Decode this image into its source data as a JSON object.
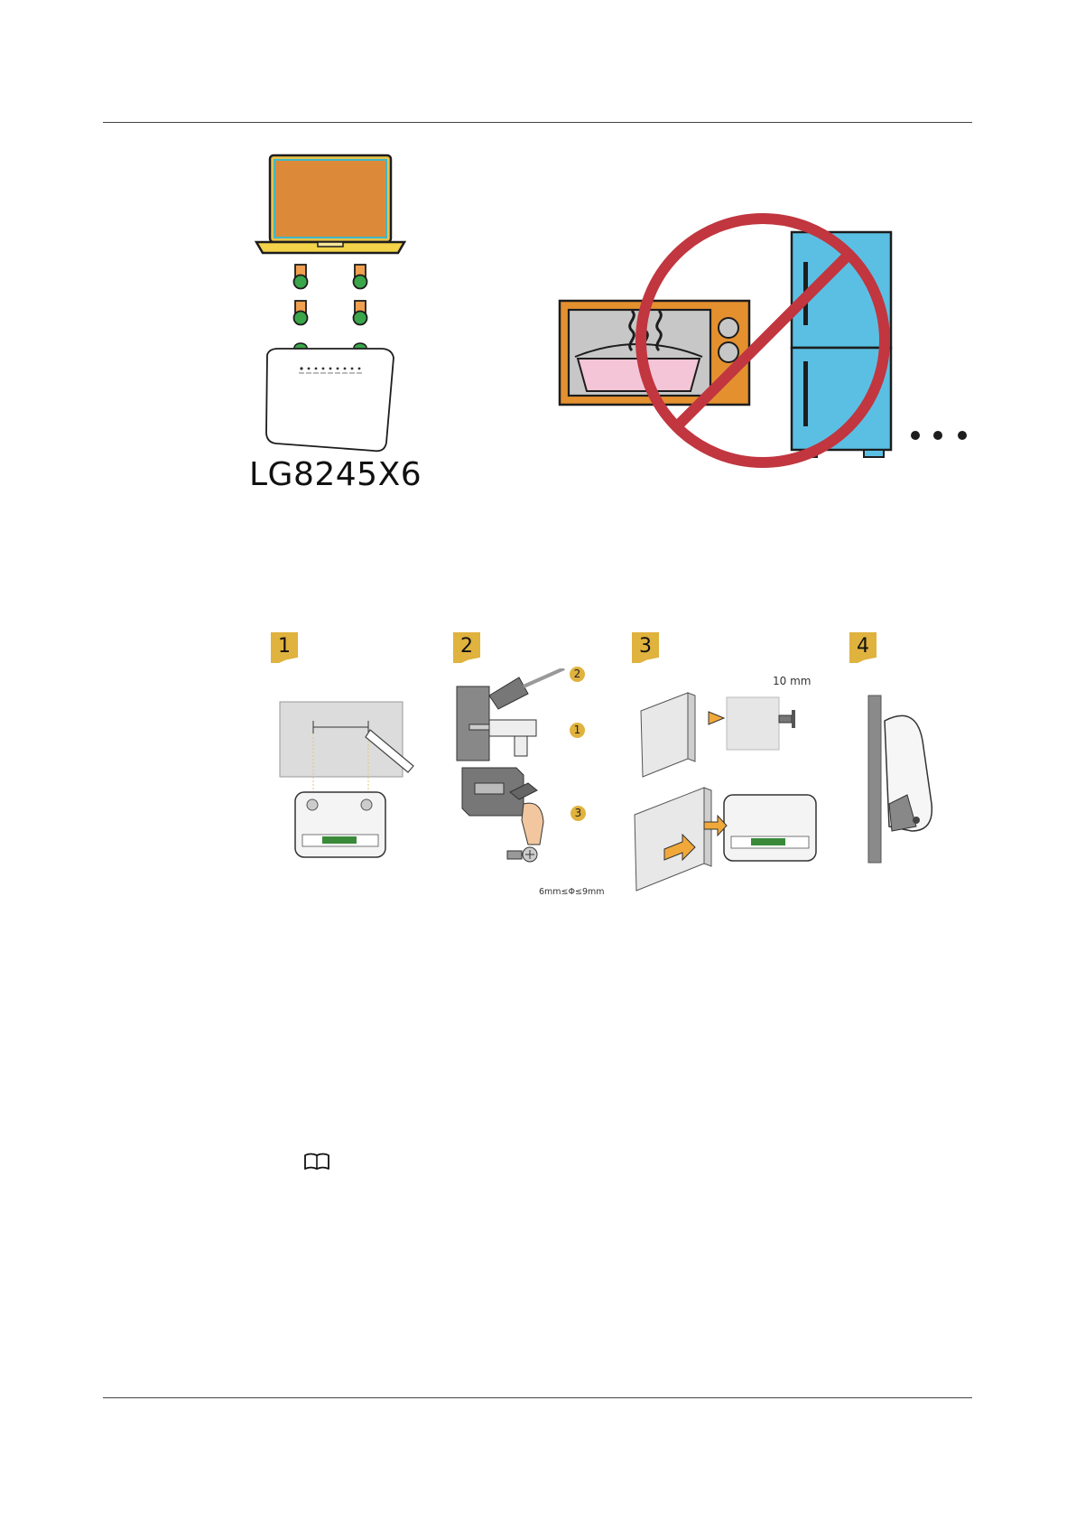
{
  "figure1": {
    "model_label": "LG8245X6",
    "colors": {
      "laptop_screen": "#dc8a3a",
      "laptop_base": "#f2d34a",
      "antenna_green": "#3aa64a",
      "antenna_orange": "#f0a050",
      "no_sign": "#c1363f",
      "microwave": "#e4902f",
      "fridge": "#5bbfe3",
      "dish": "#f3c5d6"
    },
    "icons": [
      "laptop-icon",
      "router-icon",
      "microwave-icon",
      "refrigerator-icon",
      "prohibited-icon",
      "ellipsis-icon"
    ]
  },
  "figure2": {
    "steps": [
      {
        "number": "1"
      },
      {
        "number": "2"
      },
      {
        "number": "3"
      },
      {
        "number": "4"
      }
    ],
    "substeps": [
      "2",
      "1",
      "3"
    ],
    "distance_label": "10 mm",
    "screw_label": "6mm≤Φ≤9mm",
    "badge_color": "#e0b23e"
  },
  "note_icon": "book-icon"
}
